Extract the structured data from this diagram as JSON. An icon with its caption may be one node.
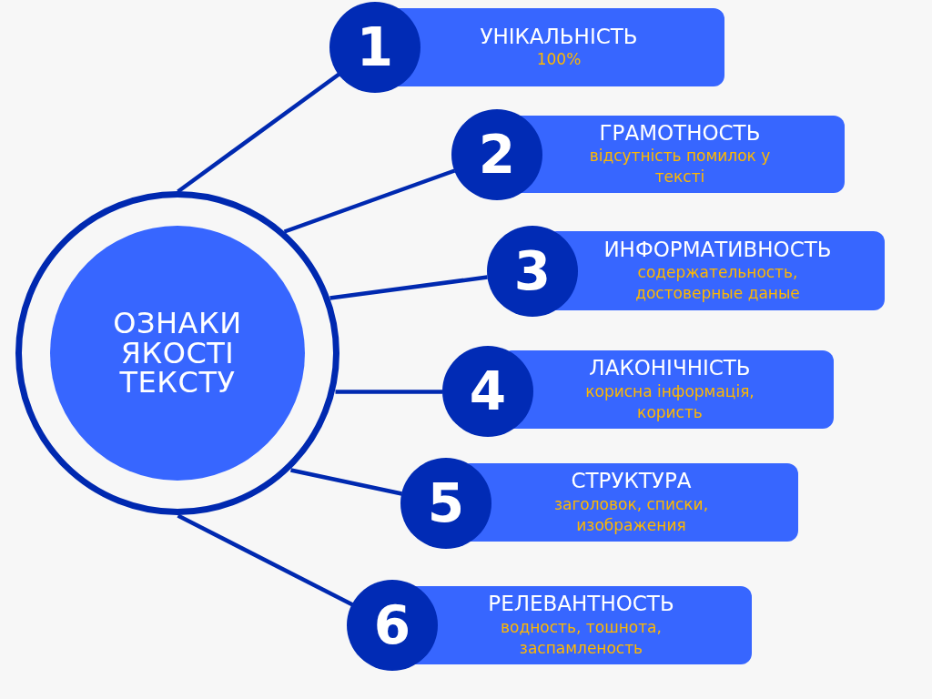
{
  "diagram": {
    "nodes": [
      {
        "text": [
          "ОЗНАКИ ЯКОСТІ ТЕКСТУ"
        ]
      },
      {
        "text": [
          "1"
        ]
      },
      {
        "text": [
          "УНІКАЛЬНІСТЬ",
          "100%"
        ]
      },
      {
        "text": [
          "2"
        ]
      },
      {
        "text": [
          "ГРАМОТНОСТЬ",
          "відсутність помилок у тексті"
        ]
      },
      {
        "text": [
          "3"
        ]
      },
      {
        "text": [
          "ИНФОРМАТИВНОСТЬ",
          "содержательность, достоверные даные"
        ]
      },
      {
        "text": [
          "4"
        ]
      },
      {
        "text": [
          "ЛАКОНІЧНІСТЬ",
          "корисна інформація, користь"
        ]
      },
      {
        "text": [
          "5"
        ]
      },
      {
        "text": [
          "СТРУКТУРА",
          "заголовок, списки, изображения"
        ]
      },
      {
        "text": [
          "6"
        ]
      },
      {
        "text": [
          "РЕЛЕВАНТНОСТЬ",
          "водность, тошнота, заспамленость"
        ]
      }
    ],
    "edges": [
      {
        "from": 0,
        "to": 1,
        "arrow": "none"
      },
      {
        "from": 0,
        "to": 3,
        "arrow": "none"
      },
      {
        "from": 0,
        "to": 5,
        "arrow": "none"
      },
      {
        "from": 0,
        "to": 7,
        "arrow": "none"
      },
      {
        "from": 0,
        "to": 9,
        "arrow": "none"
      },
      {
        "from": 0,
        "to": 11,
        "arrow": "none"
      }
    ]
  }
}
